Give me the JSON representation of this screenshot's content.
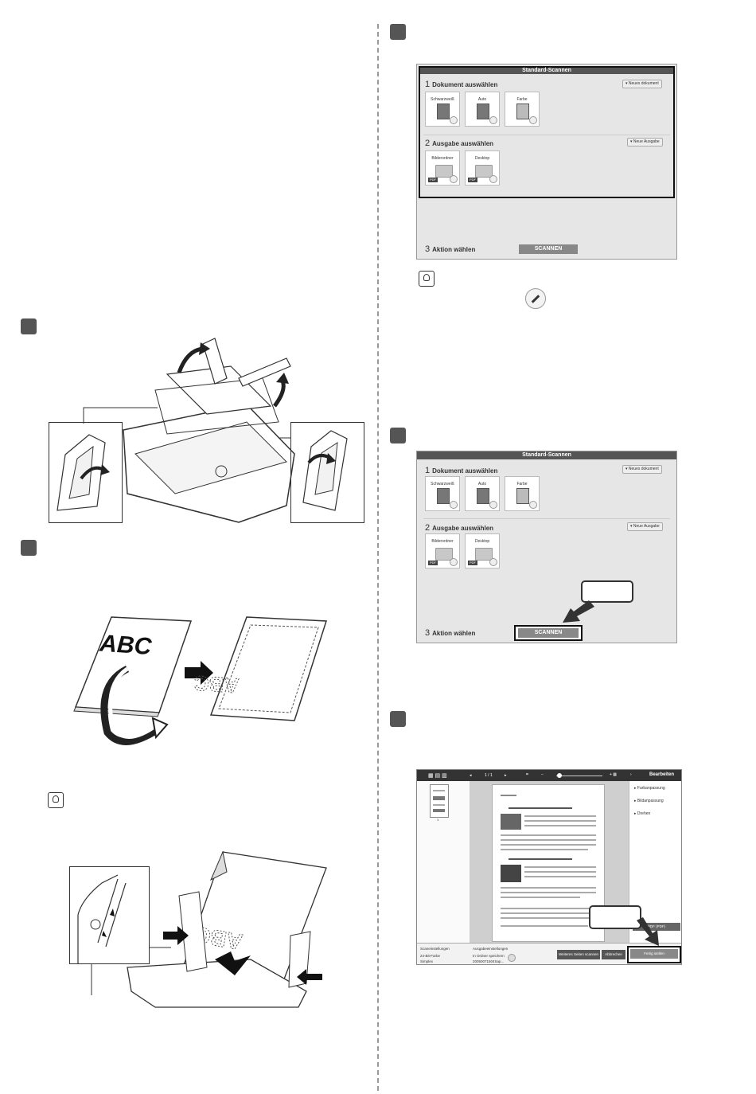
{
  "ui_standard": {
    "window_title": "Standard-Scannen",
    "section1": {
      "number": "1",
      "label": "Dokument auswählen",
      "new_button": "Neues dokument"
    },
    "section2": {
      "number": "2",
      "label": "Ausgabe auswählen",
      "new_button": "Neue Ausgabe"
    },
    "section3": {
      "number": "3",
      "label": "Aktion wählen"
    },
    "document_cards": [
      "Schwarzweiß",
      "Auto",
      "Farbe"
    ],
    "output_cards": [
      "Bilderordner",
      "Desktop"
    ],
    "format_badge": "PDF",
    "scan_button": "SCANNEN"
  },
  "viewer": {
    "page_counter": "1 / 1",
    "right_panel_title": "Bearbeiten",
    "right_links": [
      "Farbanpassung",
      "Bildanpassung",
      "Drehen"
    ],
    "scan_settings_label": "Scaneinstellungen",
    "scan_settings_value": "24-Bit-Farbe",
    "scan_settings_mode": "Simplex",
    "output_settings_label": "Ausgabeeinstellungen",
    "output_settings_value": "In Ordner speichern",
    "output_settings_file": "20050071504Sap...",
    "continue_button": "Weiteres Seiten scannen",
    "cancel_button": "Abbrechen",
    "finish_button": "Fertig stellen",
    "format_button": "PDF (PDF)",
    "thumb_number": "1"
  },
  "illustration_text": {
    "letters": "ABC"
  }
}
